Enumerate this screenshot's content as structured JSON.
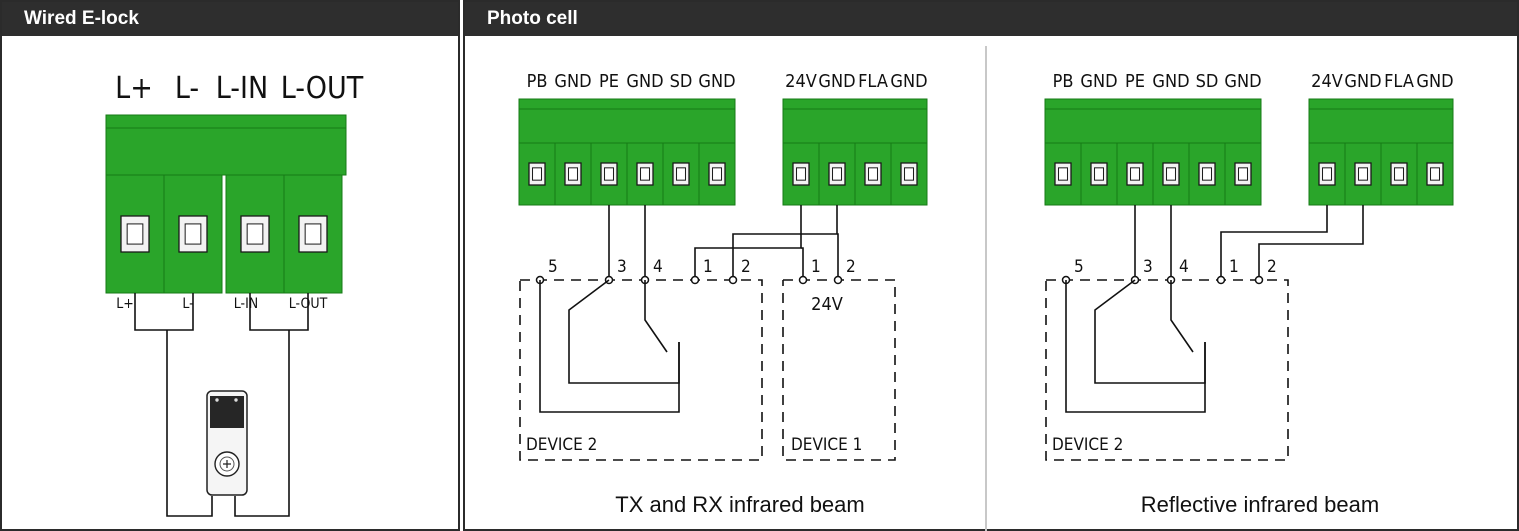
{
  "colors": {
    "header_bg": "#2e2e2e",
    "terminal_green": "#2aa52a",
    "terminal_dark": "#167a16",
    "line": "#111111"
  },
  "panel_left": {
    "title": "Wired E-lock",
    "top_labels": [
      "L+",
      "L-",
      "L-IN",
      "L-OUT"
    ],
    "wire_labels": [
      "L+",
      "L-",
      "L-IN",
      "L-OUT"
    ],
    "lock_icon": "e-lock-device-icon"
  },
  "panel_right": {
    "title": "Photo cell",
    "tx_rx": {
      "block1_labels": [
        "PB",
        "GND",
        "PE",
        "GND",
        "SD",
        "GND"
      ],
      "block2_labels": [
        "24V",
        "GND",
        "FLA",
        "GND"
      ],
      "device2_pins": [
        "5",
        "3",
        "4",
        "1",
        "2"
      ],
      "device1_pins": [
        "1",
        "2"
      ],
      "device1_voltage": "24V",
      "device2_label": "DEVICE 2",
      "device1_label": "DEVICE 1",
      "caption": "TX and RX infrared beam"
    },
    "reflective": {
      "block1_labels": [
        "PB",
        "GND",
        "PE",
        "GND",
        "SD",
        "GND"
      ],
      "block2_labels": [
        "24V",
        "GND",
        "FLA",
        "GND"
      ],
      "device2_pins": [
        "5",
        "3",
        "4",
        "1",
        "2"
      ],
      "device2_label": "DEVICE 2",
      "caption": "Reflective infrared beam"
    }
  }
}
